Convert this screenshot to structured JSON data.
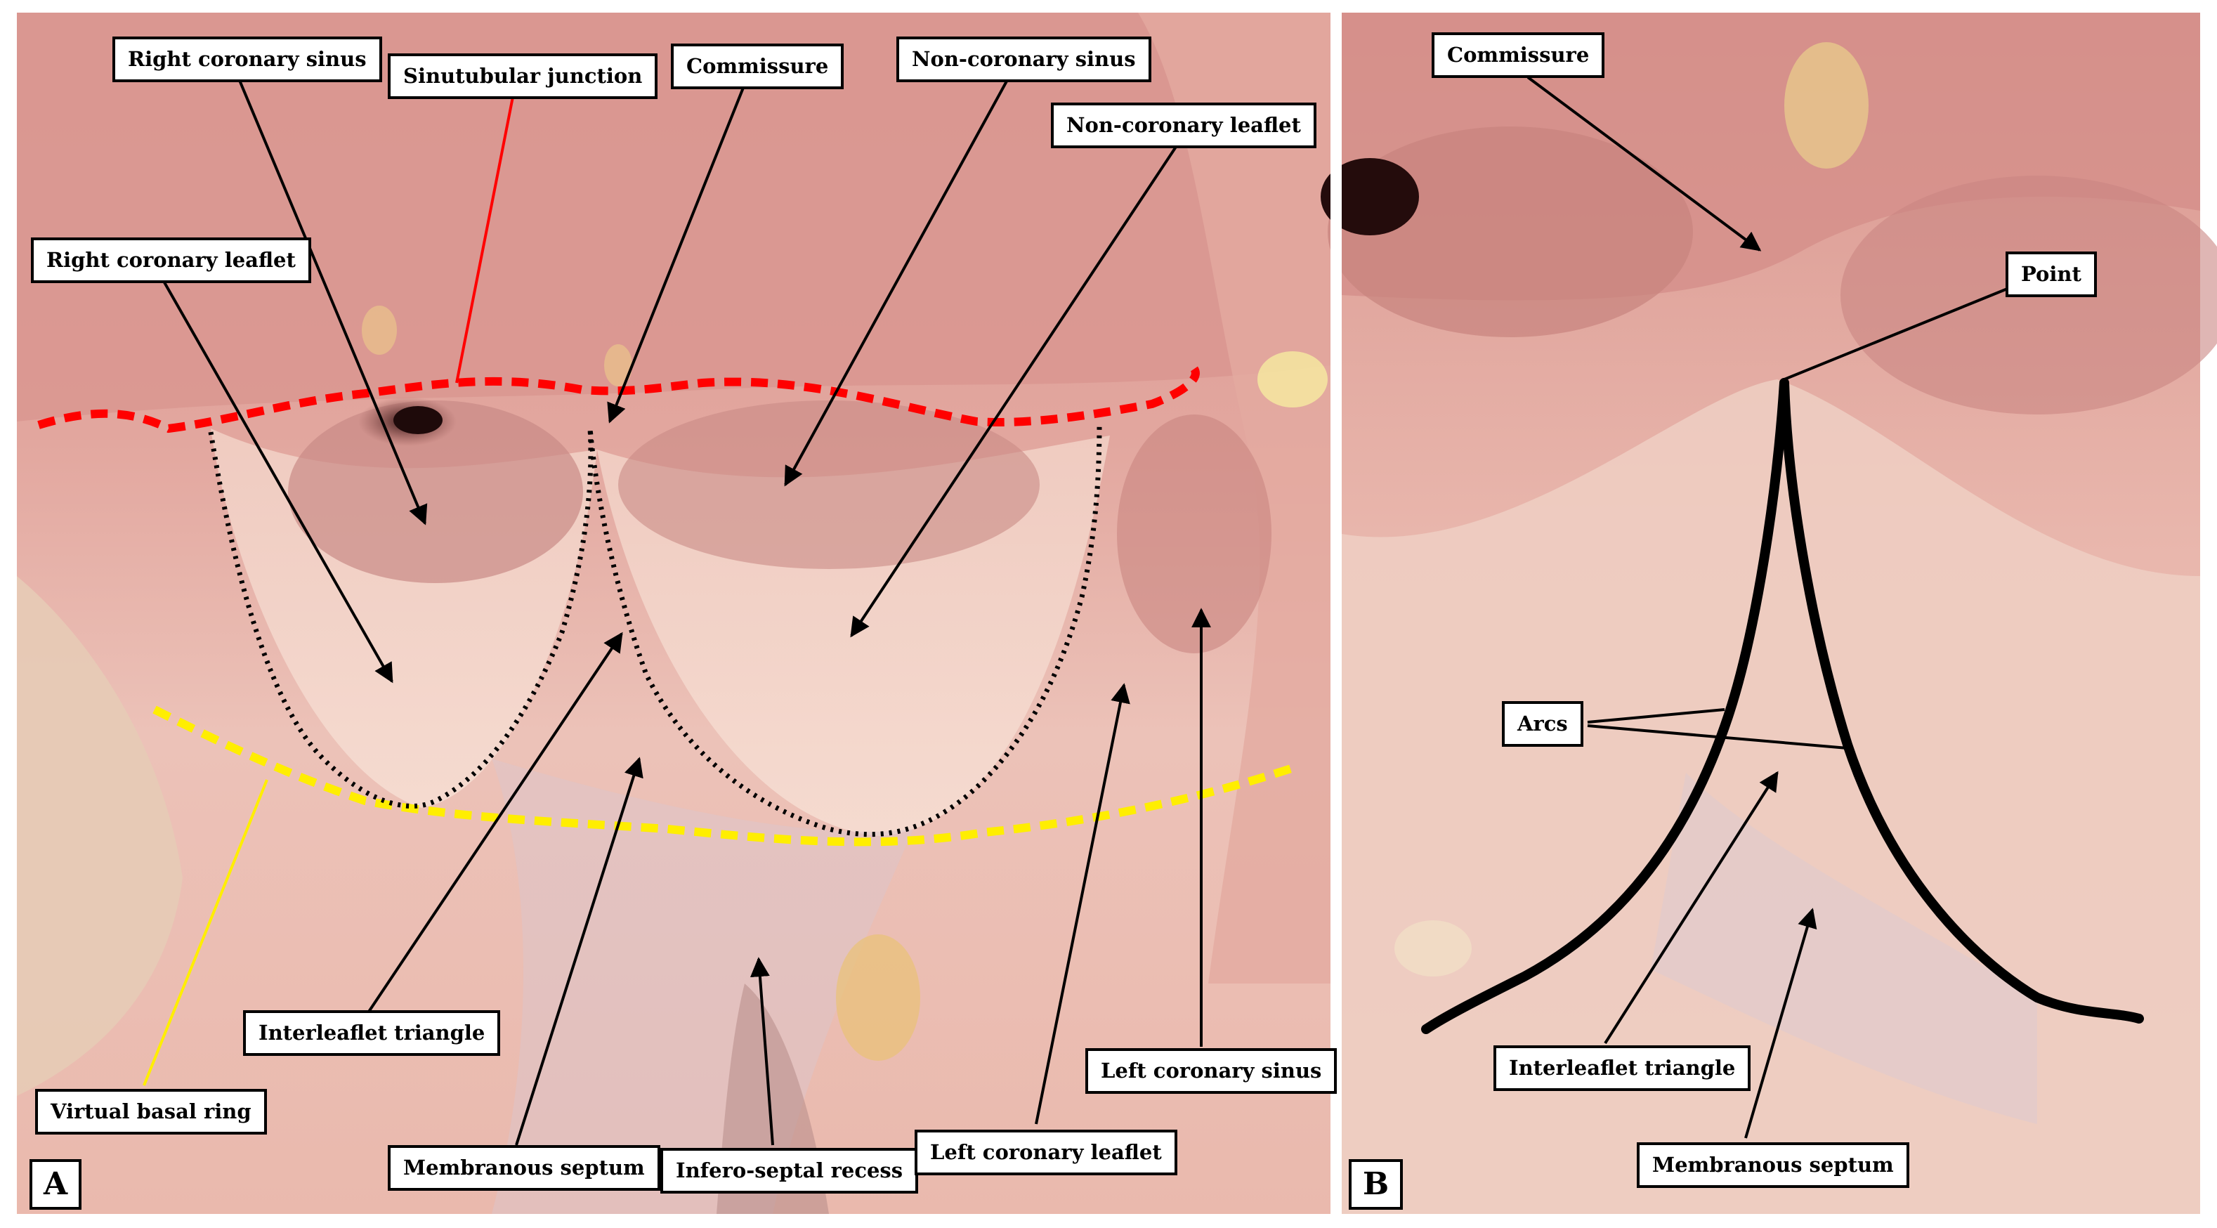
{
  "panel_a": {
    "letter": "A",
    "labels": {
      "right_coronary_sinus": "Right coronary sinus",
      "sinutubular_junction": "Sinutubular junction",
      "commissure": "Commissure",
      "non_coronary_sinus": "Non-coronary sinus",
      "non_coronary_leaflet": "Non-coronary leaflet",
      "right_coronary_leaflet": "Right coronary leaflet",
      "interleaflet_triangle": "Interleaflet triangle",
      "virtual_basal_ring": "Virtual basal ring",
      "membranous_septum": "Membranous septum",
      "infero_septal_recess": "Infero-septal recess",
      "left_coronary_leaflet": "Left coronary leaflet",
      "left_coronary_sinus": "Left coronary sinus"
    }
  },
  "panel_b": {
    "letter": "B",
    "labels": {
      "commissure": "Commissure",
      "point": "Point",
      "arcs": "Arcs",
      "interleaflet_triangle": "Interleaflet triangle",
      "membranous_septum": "Membranous septum"
    }
  },
  "colors": {
    "sinutubular_junction_line": "#ff0000",
    "virtual_basal_ring_line": "#ffee00",
    "leaflet_hinge_line": "#000000",
    "tissue_base": "#e8a89c"
  }
}
